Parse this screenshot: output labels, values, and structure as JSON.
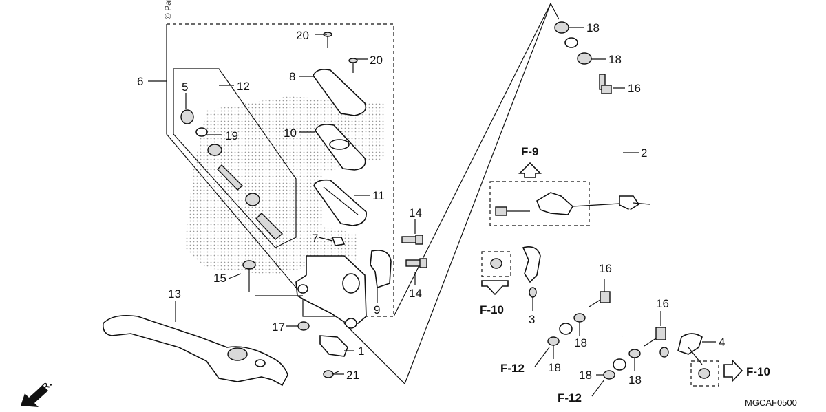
{
  "copyright": "© Par",
  "diagram_code": "MGCAF0500",
  "direction": "FR.",
  "callouts": {
    "c1": "1",
    "c2": "2",
    "c3": "3",
    "c4": "4",
    "c5": "5",
    "c6": "6",
    "c7": "7",
    "c8": "8",
    "c9": "9",
    "c10": "10",
    "c11": "11",
    "c12": "12",
    "c13": "13",
    "c14a": "14",
    "c14b": "14",
    "c15": "15",
    "c16a": "16",
    "c16b": "16",
    "c16c": "16",
    "c17": "17",
    "c18a": "18",
    "c18b": "18",
    "c18c": "18",
    "c18d": "18",
    "c18e": "18",
    "c18f": "18",
    "c19": "19",
    "c20a": "20",
    "c20b": "20",
    "c21": "21"
  },
  "references": {
    "f9": "F-9",
    "f10a": "F-10",
    "f10b": "F-10",
    "f12a": "F-12",
    "f12b": "F-12"
  }
}
